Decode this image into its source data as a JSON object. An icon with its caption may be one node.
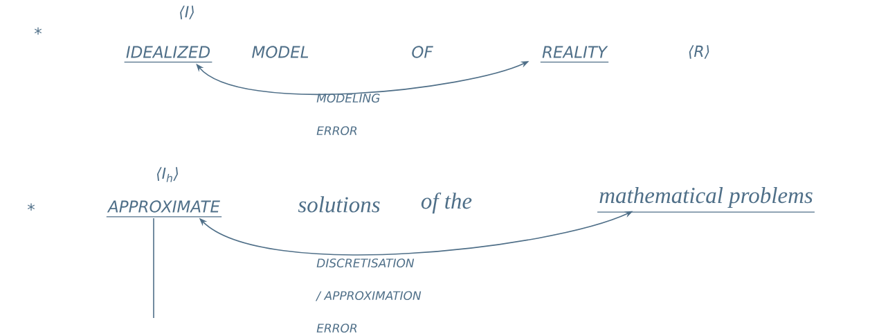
{
  "diagram": {
    "nodes": [
      {
        "text": [
          "⟨I⟩",
          "IDEALIZED"
        ]
      },
      {
        "text": [
          "REALITY",
          "⟨R⟩"
        ]
      },
      {
        "text": [
          "⟨I$_{h}$⟩",
          "APPROXIMATE"
        ]
      },
      {
        "text": [
          "mathematical problems"
        ]
      }
    ],
    "edges": [
      {
        "from": 0,
        "to": 1,
        "arrow": "both",
        "label": "MODELING ERROR"
      },
      {
        "from": 2,
        "to": 3,
        "arrow": "both",
        "label": "DISCRETISATION / APPROXIMATION ERROR"
      },
      {
        "from": 2,
        "to": null,
        "arrow": "none"
      }
    ],
    "labels": [
      "*",
      "MODEL",
      "OF",
      "*",
      "solutions",
      "of the"
    ]
  }
}
